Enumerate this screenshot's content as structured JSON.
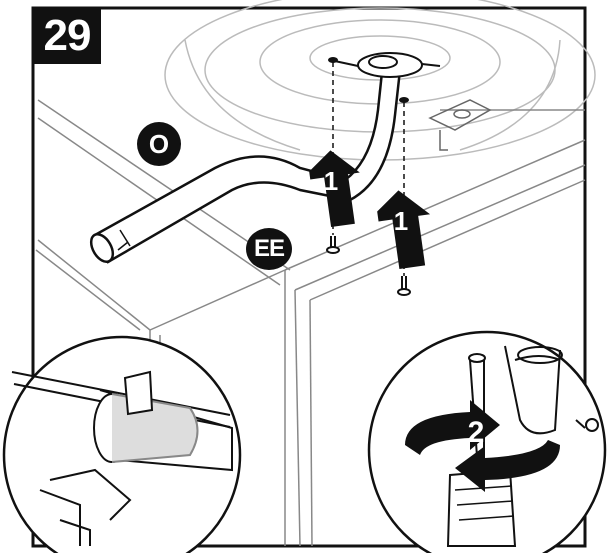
{
  "step": {
    "number": "29"
  },
  "callouts": {
    "hose": "O",
    "screw": "EE"
  },
  "arrows": {
    "lift_1": "1",
    "lift_2": "1",
    "turn": "2"
  },
  "colors": {
    "ink": "#111111",
    "line": "#555555",
    "light": "#bbbbbb",
    "paper": "#ffffff"
  }
}
